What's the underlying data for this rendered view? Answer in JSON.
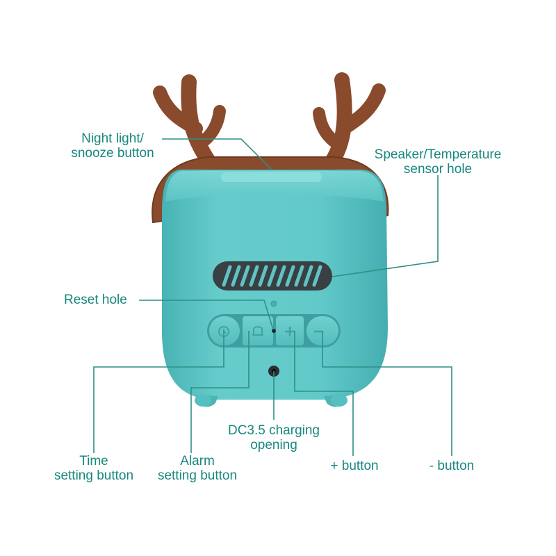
{
  "colors": {
    "body": "#5cc5c5",
    "body_shadow": "#3aa7a8",
    "antler": "#8a4a2c",
    "antler_dark": "#6e3a21",
    "vent": "#3a3f44",
    "label_text": "#17877f",
    "leader_line": "#2f8f85"
  },
  "labels": {
    "night_light": {
      "line1": "Night light/",
      "line2": "snooze button"
    },
    "speaker": {
      "line1": "Speaker/Temperature",
      "line2": "sensor hole"
    },
    "reset": {
      "line1": "Reset hole"
    },
    "dc": {
      "line1": "DC3.5 charging",
      "line2": "opening"
    },
    "time": {
      "line1": "Time",
      "line2": "setting button"
    },
    "alarm": {
      "line1": "Alarm",
      "line2": "setting button"
    },
    "plus": {
      "line1": "+ button"
    },
    "minus": {
      "line1": "- button"
    }
  },
  "button_icons": [
    "clock-icon",
    "bell-icon",
    "plus-icon",
    "minus-icon"
  ]
}
